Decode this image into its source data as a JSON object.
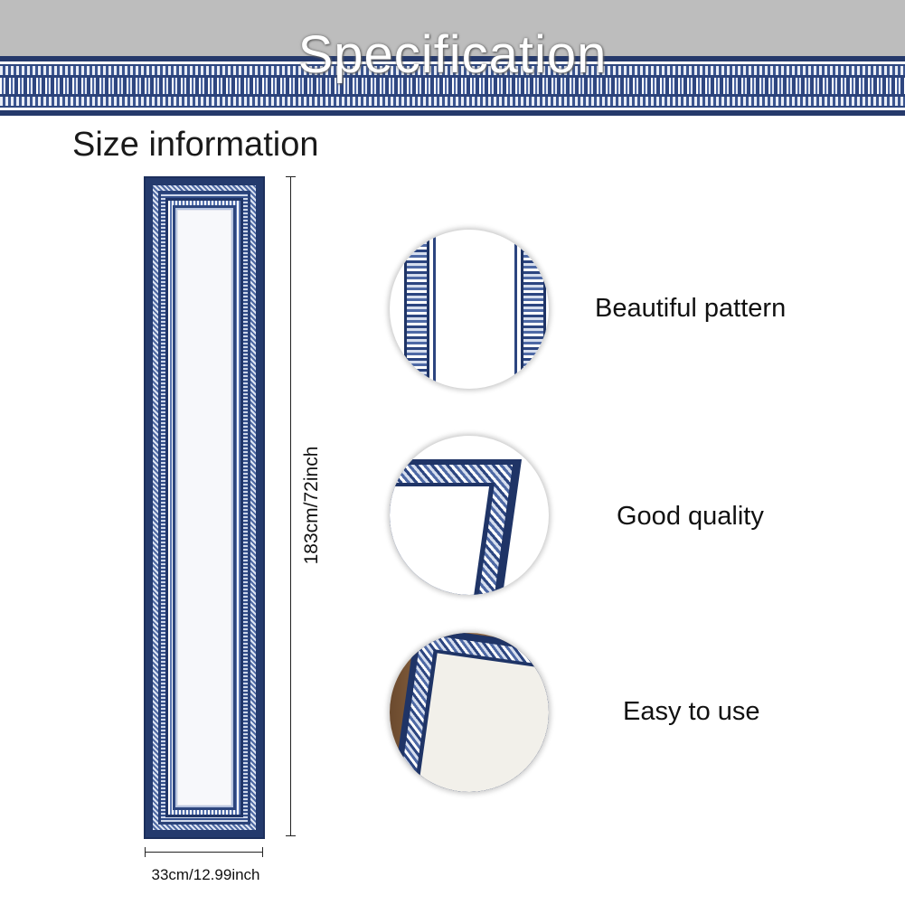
{
  "header": {
    "title": "Specification"
  },
  "section": {
    "title": "Size information"
  },
  "dimensions": {
    "length_label": "183cm/72inch",
    "width_label": "33cm/12.99inch"
  },
  "features": [
    {
      "label": "Beautiful pattern"
    },
    {
      "label": "Good quality"
    },
    {
      "label": "Easy to use"
    }
  ],
  "colors": {
    "accent_navy": "#25396b",
    "banner_grey": "#bdbdbd",
    "linen_white": "#f7f8fb"
  }
}
